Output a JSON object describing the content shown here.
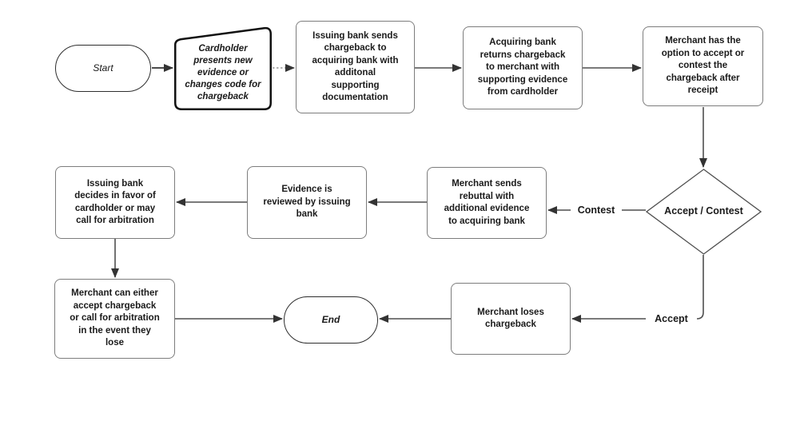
{
  "diagram": {
    "kind": "flowchart",
    "subject": "Chargeback dispute process",
    "colors": {
      "background": "#ffffff",
      "process_border": "#7d7d7d",
      "terminator_border": "#2e2e2e",
      "card_border": "#111111",
      "decision_border": "#4f4f4f",
      "connector": "#4f4f4f",
      "dotted_connector": "#999999",
      "arrowhead": "#333333",
      "text": "#1a1a1a"
    },
    "nodes": {
      "start": {
        "shape": "terminator",
        "label": "Start"
      },
      "cardholder_presents": {
        "shape": "card",
        "label": "Cardholder\npresents new\nevidence or\nchanges code for\nchargeback"
      },
      "issuing_bank_sends": {
        "shape": "process",
        "label": "Issuing bank sends\nchargeback to\nacquiring bank with\nadditonal\nsupporting\ndocumentation"
      },
      "acquiring_bank_returns": {
        "shape": "process",
        "label": "Acquiring bank\nreturns chargeback\nto merchant with\nsupporting evidence\nfrom cardholder"
      },
      "merchant_option": {
        "shape": "process",
        "label": "Merchant has the\noption to accept or\ncontest the\nchargeback after\nreceipt"
      },
      "accept_contest_decision": {
        "shape": "decision",
        "label": "Accept / Contest"
      },
      "merchant_rebuttal": {
        "shape": "process",
        "label": "Merchant sends\nrebuttal with\nadditional evidence\nto acquiring bank"
      },
      "evidence_reviewed": {
        "shape": "process",
        "label": "Evidence is\nreviewed by issuing\nbank"
      },
      "issuing_bank_decides": {
        "shape": "process",
        "label": "Issuing bank\ndecides in favor of\ncardholder or may\ncall for arbitration"
      },
      "merchant_either": {
        "shape": "process",
        "label": "Merchant can either\naccept chargeback\nor call for arbitration\nin the event they\nlose"
      },
      "merchant_loses": {
        "shape": "process",
        "label": "Merchant loses\nchargeback"
      },
      "end": {
        "shape": "terminator",
        "label": "End"
      }
    },
    "edge_labels": {
      "contest": "Contest",
      "accept": "Accept"
    }
  }
}
